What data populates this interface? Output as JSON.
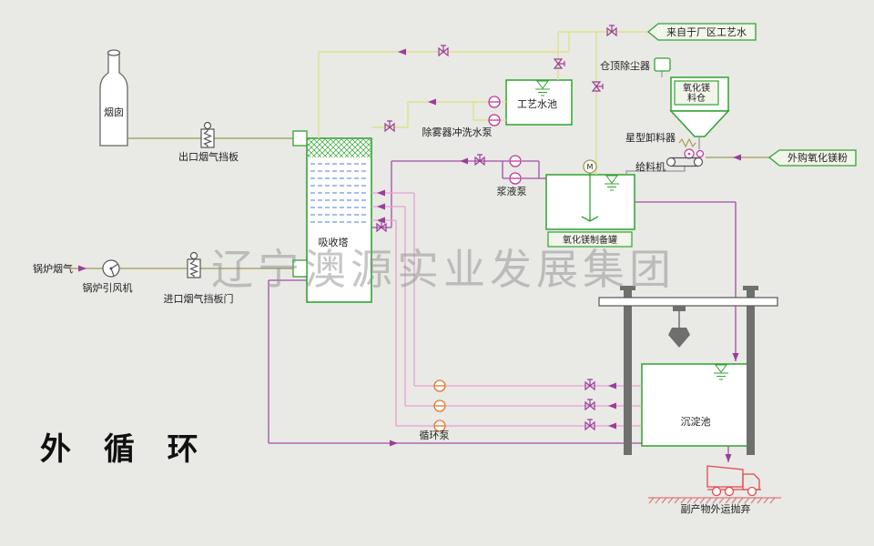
{
  "watermark": "辽宁澳源实业发展集团",
  "title": "外 循 环",
  "labels": {
    "chimney": "烟囱",
    "outlet_damper": "出口烟气挡板",
    "boiler_flue_gas": "锅炉烟气",
    "boiler_fan": "锅炉引风机",
    "inlet_damper": "进口烟气挡板门",
    "absorption_tower": "吸收塔",
    "demister_flush_pump": "除雾器冲洗水泵",
    "process_water_pool": "工艺水池",
    "from_plant_water": "来自于厂区工艺水",
    "silo_dust_collector": "仓顶除尘器",
    "mgo_silo_l1": "氧化镁",
    "mgo_silo_l2": "料仓",
    "star_discharger": "星型卸料器",
    "feeder": "给料机",
    "purchased_mgo": "外购氧化镁粉",
    "slurry_pump": "浆液泵",
    "mgo_prep_tank": "氧化镁制备罐",
    "agitator_motor": "M",
    "settling_pond": "沉淀池",
    "circulation_pump": "循环泵",
    "byproduct_disposal": "副产物外运抛弃"
  },
  "colors": {
    "background": "#e9e9e6",
    "equipment_green": "#2fa32f",
    "pipe_water_yellow": "#dde28a",
    "pipe_slurry_purple": "#a44ea4",
    "pipe_circulation_pink": "#e8a2d2",
    "pipe_flue_olive": "#9c9c4e",
    "valve_purple": "#9b3d9b",
    "pump_magenta": "#c0399f",
    "pump_orange": "#e0762c",
    "packing_blue": "#4a7fd4",
    "truck_red": "#e14b4b",
    "structure_gray": "#6f6f6d",
    "watermark_gray": "#8f8f8f",
    "text_dark": "#222222"
  }
}
